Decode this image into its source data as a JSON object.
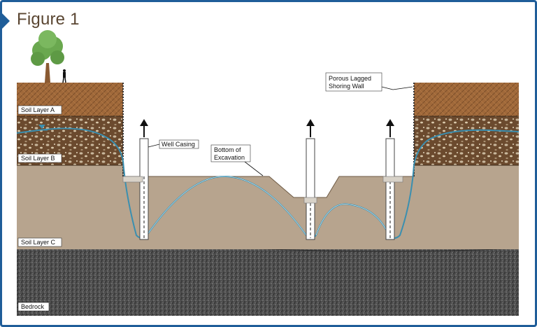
{
  "figure": {
    "title": "Figure 1"
  },
  "labels": {
    "soil_layer_a": "Soil Layer A",
    "soil_layer_b": "Soil Layer B",
    "soil_layer_c": "Soil Layer C",
    "bedrock": "Bedrock",
    "well_casing": "Well Casing",
    "bottom_excavation_line1": "Bottom of",
    "bottom_excavation_line2": "Excavation",
    "shoring_line1": "Porous Lagged",
    "shoring_line2": "Shoring Wall"
  },
  "colors": {
    "frame": "#1f5d99",
    "soil_a": "#a0693a",
    "soil_b": "#6b4a2e",
    "soil_c": "#b7a48e",
    "bedrock": "#4a4a4a",
    "water": "#3a8fb0",
    "tree": "#6aa84f"
  }
}
